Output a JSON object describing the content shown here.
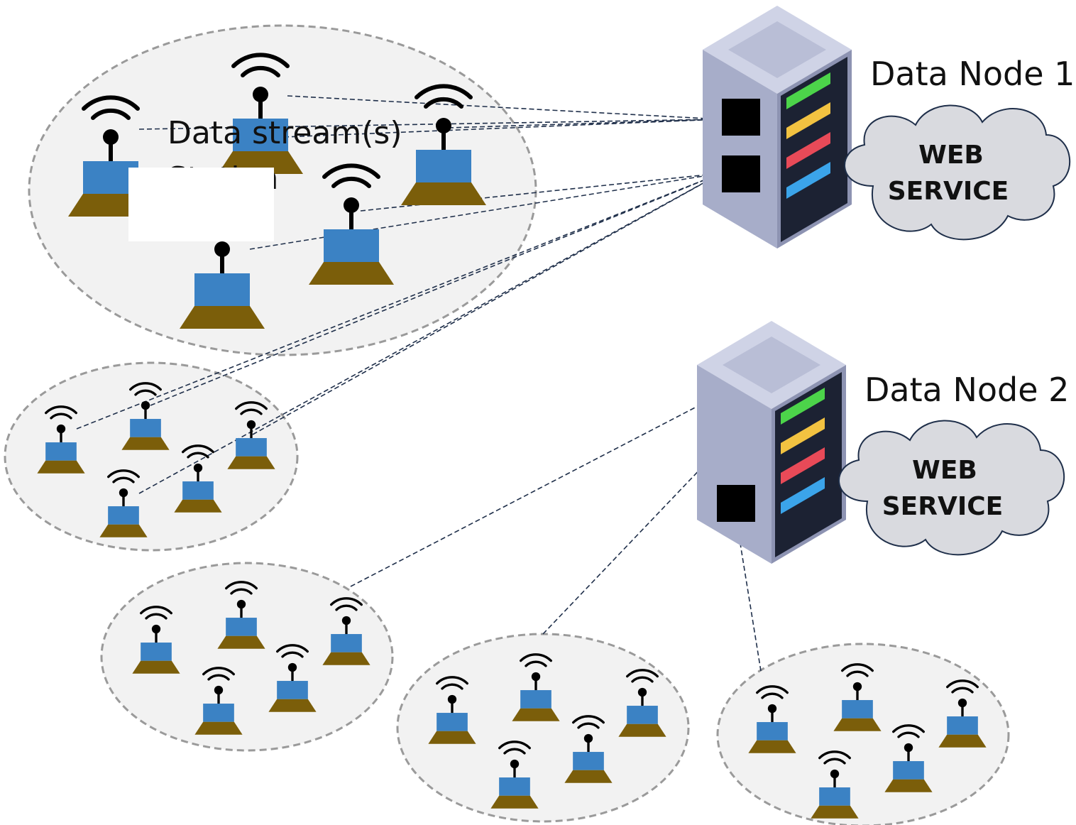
{
  "servers": [
    {
      "label": "Data Node 1",
      "cloud_lines": [
        "WEB",
        "SERVICE"
      ]
    },
    {
      "label": "Data Node 2",
      "cloud_lines": [
        "WEB",
        "SERVICE"
      ]
    }
  ],
  "stream_label_lines": [
    "Data stream(s)",
    "Station"
  ],
  "colors": {
    "station_body": "#3b82c4",
    "station_base": "#7b5e0a",
    "cluster_fill": "#f2f2f2",
    "cluster_border": "#9a9a9a",
    "server_body": "#a7adc9",
    "server_rack": "#1c2233",
    "rack_leds": [
      "#4cd44a",
      "#f2c241",
      "#e84a58",
      "#3ba4ea"
    ],
    "link": "#1f2f4a"
  },
  "icons": [
    "wireless-station-icon",
    "server-icon",
    "cloud-icon",
    "port-icon"
  ]
}
